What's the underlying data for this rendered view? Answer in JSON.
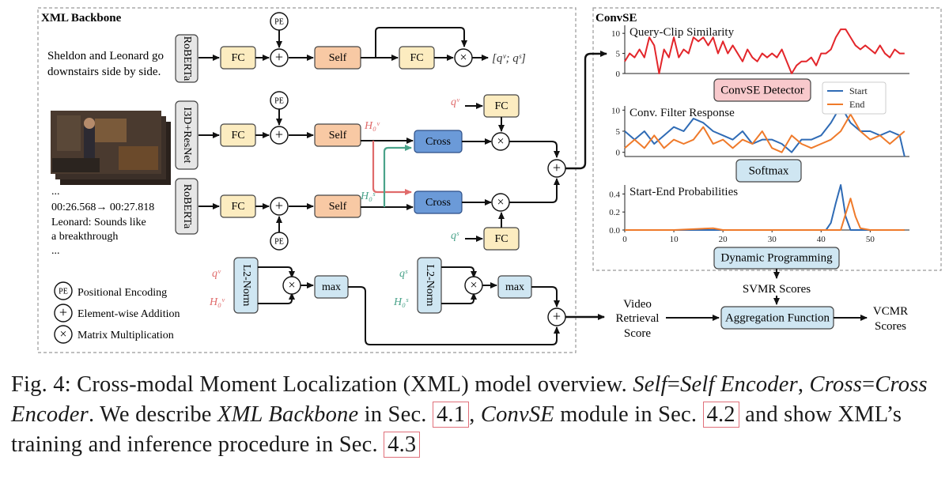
{
  "backbone": {
    "title": "XML Backbone",
    "query_text": [
      "Sheldon and Leonard go",
      "downstairs side by side."
    ],
    "subtitle_text": [
      "...",
      "00:26.568→ 00:27.818",
      "Leonard: Sounds like",
      "a breakthrough",
      "..."
    ],
    "blocks": {
      "roberta": "RoBERTa",
      "i3d": "I3D+ResNet",
      "fc": "FC",
      "self": "Self",
      "cross": "Cross",
      "l2norm": "L2-Norm",
      "max": "max",
      "pe": "PE"
    },
    "symbols": {
      "qv_output": "[qᵛ; qˢ]",
      "h0v": "H₀ᵛ",
      "h0s": "H₀ˢ",
      "qv": "qᵛ",
      "qs": "qˢ"
    },
    "legend": [
      {
        "symbol": "PE",
        "label": "Positional Encoding"
      },
      {
        "symbol": "+",
        "label": "Element-wise Addition"
      },
      {
        "symbol": "×",
        "label": "Matrix Multiplication"
      }
    ]
  },
  "convse": {
    "title": "ConvSE",
    "detector_label": "ConvSE Detector",
    "softmax_label": "Softmax",
    "dp_label": "Dynamic Programming",
    "svmr_label": "SVMR Scores",
    "aggregation_label": "Aggregation Function",
    "vcmr_label": [
      "VCMR",
      "Scores"
    ],
    "video_retrieval_label": [
      "Video",
      "Retrieval",
      "Score"
    ]
  },
  "chart_data": [
    {
      "type": "line",
      "title": "Query-Clip Similarity",
      "xlabel": "",
      "ylabel": "",
      "ylim": [
        0,
        12
      ],
      "yticks": [
        0,
        5,
        10
      ],
      "series": [
        {
          "color": "#e3262b",
          "x": [
            0,
            1,
            2,
            3,
            4,
            5,
            6,
            7,
            8,
            9,
            10,
            11,
            12,
            13,
            14,
            15,
            16,
            17,
            18,
            19,
            20,
            21,
            22,
            23,
            24,
            25,
            26,
            27,
            28,
            29,
            30,
            31,
            32,
            33,
            34,
            35,
            36,
            37,
            38,
            39,
            40,
            41,
            42,
            43,
            44,
            45,
            46,
            47,
            48,
            49,
            50,
            51,
            52,
            53,
            54,
            55,
            56,
            57
          ],
          "values": [
            3,
            5,
            4,
            6,
            4,
            9,
            7,
            0,
            6,
            4,
            9,
            4,
            6,
            5,
            9,
            8,
            9,
            7,
            9,
            5,
            8,
            5,
            7,
            5,
            3,
            6,
            4,
            3,
            5,
            4,
            5,
            4,
            6,
            3,
            0,
            2,
            3,
            3,
            4,
            2,
            5,
            5,
            6,
            9,
            11,
            11,
            9,
            7,
            6,
            7,
            6,
            5,
            7,
            5,
            4,
            6,
            5,
            5
          ]
        }
      ]
    },
    {
      "type": "line",
      "title": "Conv. Filter Response",
      "xlabel": "",
      "ylabel": "",
      "ylim": [
        -1,
        11
      ],
      "yticks": [
        0,
        5,
        10
      ],
      "legend_position": "top-right",
      "series": [
        {
          "name": "Start",
          "color": "#2f6bb5",
          "x": [
            0,
            2,
            4,
            6,
            8,
            10,
            12,
            14,
            16,
            18,
            20,
            22,
            24,
            26,
            28,
            30,
            32,
            34,
            36,
            38,
            40,
            42,
            44,
            46,
            48,
            50,
            52,
            54,
            56,
            57
          ],
          "values": [
            5,
            3,
            5,
            2,
            4,
            6,
            5,
            8,
            7,
            5,
            4,
            3,
            5,
            2,
            3,
            3,
            2,
            0,
            3,
            3,
            4,
            7,
            11,
            7,
            5,
            5,
            4,
            5,
            4,
            -1
          ]
        },
        {
          "name": "End",
          "color": "#ef7a2a",
          "x": [
            0,
            2,
            4,
            6,
            8,
            10,
            12,
            14,
            16,
            18,
            20,
            22,
            24,
            26,
            28,
            30,
            32,
            34,
            36,
            38,
            40,
            42,
            44,
            46,
            48,
            50,
            52,
            54,
            56,
            57
          ],
          "values": [
            1,
            3,
            1,
            4,
            1,
            3,
            2,
            3,
            6,
            2,
            3,
            1,
            3,
            2,
            5,
            1,
            0,
            4,
            2,
            1,
            2,
            3,
            5,
            9,
            5,
            3,
            4,
            2,
            4,
            5
          ]
        }
      ]
    },
    {
      "type": "line",
      "title": "Start-End Probabilities",
      "xlabel": "",
      "ylabel": "",
      "ylim": [
        0,
        0.5
      ],
      "yticks": [
        0.0,
        0.2,
        0.4
      ],
      "xticks": [
        0,
        10,
        20,
        30,
        40,
        50
      ],
      "series": [
        {
          "name": "Start",
          "color": "#2f6bb5",
          "x": [
            0,
            10,
            20,
            30,
            40,
            41,
            42,
            43,
            44,
            45,
            46,
            50,
            57
          ],
          "values": [
            0,
            0,
            0,
            0,
            0,
            0,
            0.08,
            0.3,
            0.5,
            0.15,
            0,
            0,
            0
          ]
        },
        {
          "name": "End",
          "color": "#ef7a2a",
          "x": [
            0,
            10,
            18,
            20,
            30,
            40,
            44,
            45,
            46,
            47,
            48,
            50,
            57
          ],
          "values": [
            0,
            0,
            0.02,
            0,
            0,
            0,
            0,
            0.18,
            0.35,
            0.15,
            0.02,
            0,
            0
          ]
        }
      ]
    }
  ],
  "caption": {
    "lead": "Fig. 4: Cross-modal Moment Localization (XML) model overview. ",
    "self_def": "Self",
    "eq1": "=",
    "self_def2": "Self Encoder",
    "sep1": ", ",
    "cross_def": "Cross",
    "eq2": "=",
    "cross_def2": "Cross Encoder",
    "mid1": ". We describe ",
    "backbone_it": "XML Backbone",
    "mid2": " in Sec. ",
    "ref1": "4.1",
    "sep2": ", ",
    "convse_it": "ConvSE",
    "mid3": " module in Sec. ",
    "ref2": "4.2",
    "mid4": " and show XML’s training and inference procedure in Sec. ",
    "ref3": "4.3"
  }
}
